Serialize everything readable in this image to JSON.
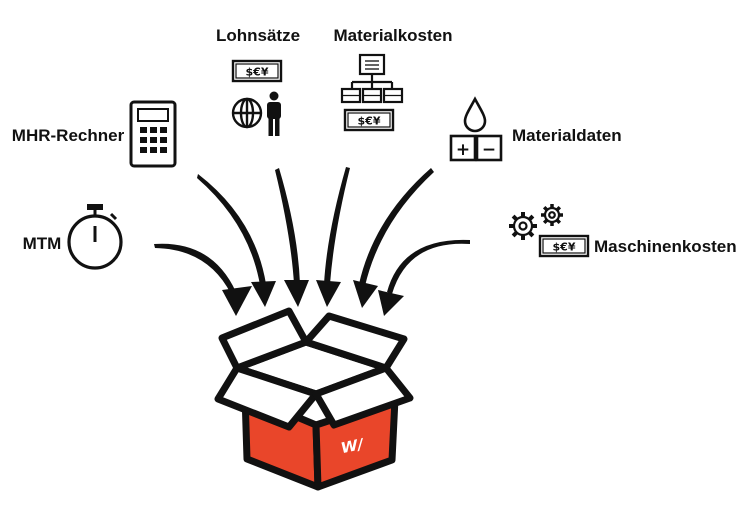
{
  "labels": {
    "lohnsaetze": "Lohnsätze",
    "materialkosten": "Materialkosten",
    "mhr_rechner": "MHR-Rechner",
    "materialdaten": "Materialdaten",
    "mtm": "MTM",
    "maschinenkosten": "Maschinenkosten"
  },
  "currency_text": "$€¥",
  "ops": {
    "plus": "+",
    "minus": "−"
  },
  "box_logo": "W/",
  "colors": {
    "box_front": "#e9462a",
    "outline": "#111111",
    "background": "#ffffff"
  },
  "icons": [
    "money-note-icon",
    "globe-icon",
    "person-icon",
    "flowchart-icon",
    "calculator-icon",
    "drop-icon",
    "plus-minus-keys-icon",
    "stopwatch-icon",
    "gears-icon"
  ]
}
